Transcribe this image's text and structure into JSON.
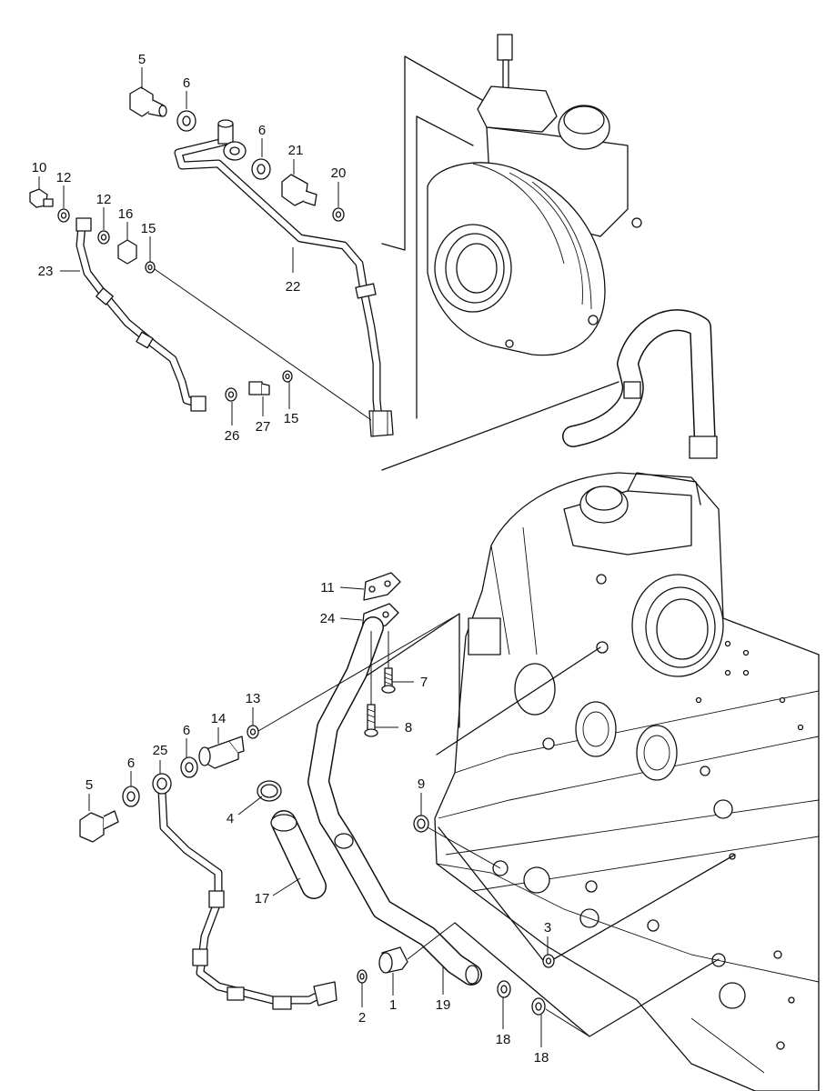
{
  "callouts": {
    "c1": "1",
    "c2": "2",
    "c3": "3",
    "c4": "4",
    "c5a": "5",
    "c5b": "5",
    "c6a": "6",
    "c6b": "6",
    "c6c": "6",
    "c6d": "6",
    "c7": "7",
    "c8": "8",
    "c9": "9",
    "c10": "10",
    "c11": "11",
    "c12a": "12",
    "c12b": "12",
    "c13": "13",
    "c14": "14",
    "c15a": "15",
    "c15b": "15",
    "c16": "16",
    "c17": "17",
    "c18a": "18",
    "c18b": "18",
    "c19": "19",
    "c20": "20",
    "c21": "21",
    "c22": "22",
    "c23": "23",
    "c24": "24",
    "c25": "25",
    "c26": "26",
    "c27": "27"
  }
}
